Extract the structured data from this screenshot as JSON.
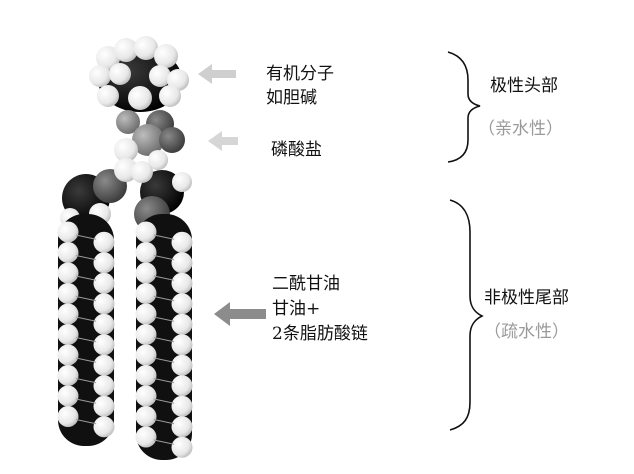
{
  "labels": {
    "head_group": [
      "有机分子",
      "如胆碱"
    ],
    "phosphate": "磷酸盐",
    "tail_group": [
      "二酰甘油",
      "甘油+",
      "2条脂肪酸链"
    ]
  },
  "brackets": {
    "polar_head": {
      "title": "极性头部",
      "subtitle": "（亲水性）"
    },
    "nonpolar_tail": {
      "title": "非极性尾部",
      "subtitle": "（疏水性）"
    }
  },
  "colors": {
    "atom_white": "#f2f2f2",
    "atom_black": "#111111",
    "atom_gray": "#8a8a8a",
    "arrow_light": "#cfcfcf",
    "arrow_dark": "#8c8c8c",
    "subtitle": "#9a9a9a"
  },
  "icons": {
    "arrow": "arrow-left-icon",
    "brace": "curly-brace-icon"
  }
}
